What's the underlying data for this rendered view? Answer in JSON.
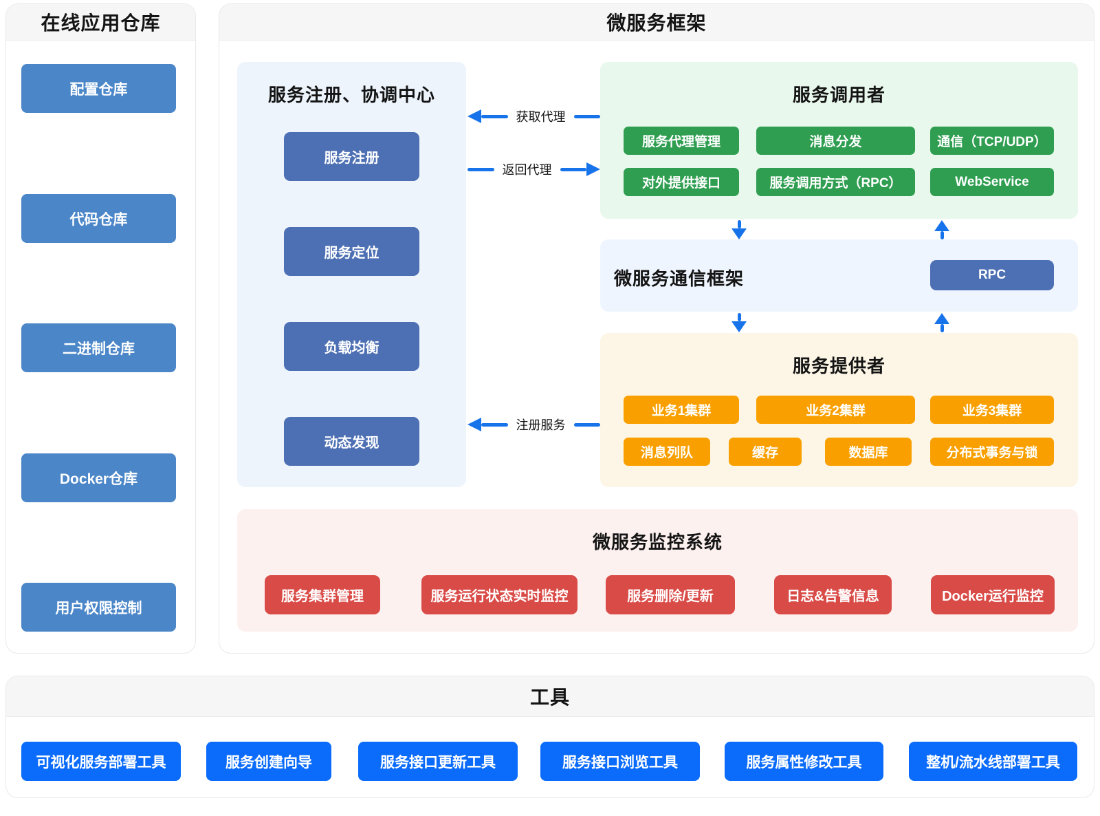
{
  "colors": {
    "repo_blue": "#4a86c8",
    "dark_blue": "#4d6fb3",
    "green": "#2f9e51",
    "green_panel_bg": "#e8f8ec",
    "orange": "#f9a000",
    "orange_panel_bg": "#fdf6e6",
    "red": "#d94b47",
    "red_panel_bg": "#fdf1f0",
    "tool_blue": "#0b6cfb",
    "arrow_blue": "#1673ea",
    "registry_panel_bg": "#edf4fc",
    "comm_panel_bg": "#eff5fe",
    "header_band_bg": "#f6f6f6"
  },
  "left_panel": {
    "title": "在线应用仓库",
    "items": [
      "配置仓库",
      "代码仓库",
      "二进制仓库",
      "Docker仓库",
      "用户权限控制"
    ]
  },
  "main_panel": {
    "title": "微服务框架",
    "registry": {
      "title": "服务注册、协调中心",
      "items": [
        "服务注册",
        "服务定位",
        "负载均衡",
        "动态发现"
      ]
    },
    "consumer": {
      "title": "服务调用者",
      "items": [
        "服务代理管理",
        "消息分发",
        "通信（TCP/UDP）",
        "对外提供接口",
        "服务调用方式（RPC）",
        "WebService"
      ]
    },
    "comm": {
      "title": "微服务通信框架",
      "rpc": "RPC"
    },
    "provider": {
      "title": "服务提供者",
      "items": [
        "业务1集群",
        "业务2集群",
        "业务3集群",
        "消息列队",
        "缓存",
        "数据库",
        "分布式事务与锁"
      ]
    },
    "monitor": {
      "title": "微服务监控系统",
      "items": [
        "服务集群管理",
        "服务运行状态实时监控",
        "服务删除/更新",
        "日志&告警信息",
        "Docker运行监控"
      ]
    },
    "arrows": {
      "get_proxy": "获取代理",
      "return_proxy": "返回代理",
      "register_service": "注册服务"
    }
  },
  "tools_panel": {
    "title": "工具",
    "items": [
      "可视化服务部署工具",
      "服务创建向导",
      "服务接口更新工具",
      "服务接口浏览工具",
      "服务属性修改工具",
      "整机/流水线部署工具"
    ]
  }
}
